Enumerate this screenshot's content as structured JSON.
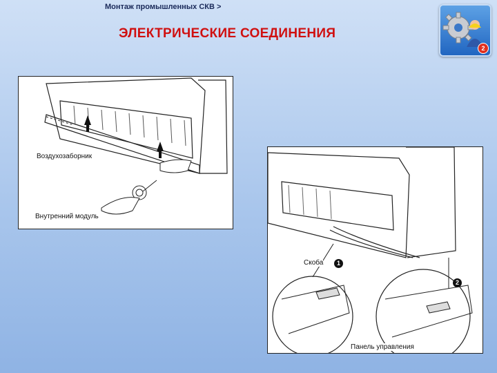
{
  "header": {
    "breadcrumb": "Монтаж промышленных СКВ >",
    "title": "ЭЛЕКТРИЧЕСКИЕ СОЕДИНЕНИЯ"
  },
  "logo": {
    "badge": "2",
    "icon": "gear-worker-icon"
  },
  "figure1": {
    "label_air_intake": "Воздухозаборник",
    "label_indoor_unit": "Внутренний модуль"
  },
  "figure2": {
    "label_bracket": "Скоба",
    "label_control_panel": "Панель управления",
    "step1": "1",
    "step2": "2"
  },
  "colors": {
    "title": "#d01010",
    "background": "#a9c6ec"
  }
}
